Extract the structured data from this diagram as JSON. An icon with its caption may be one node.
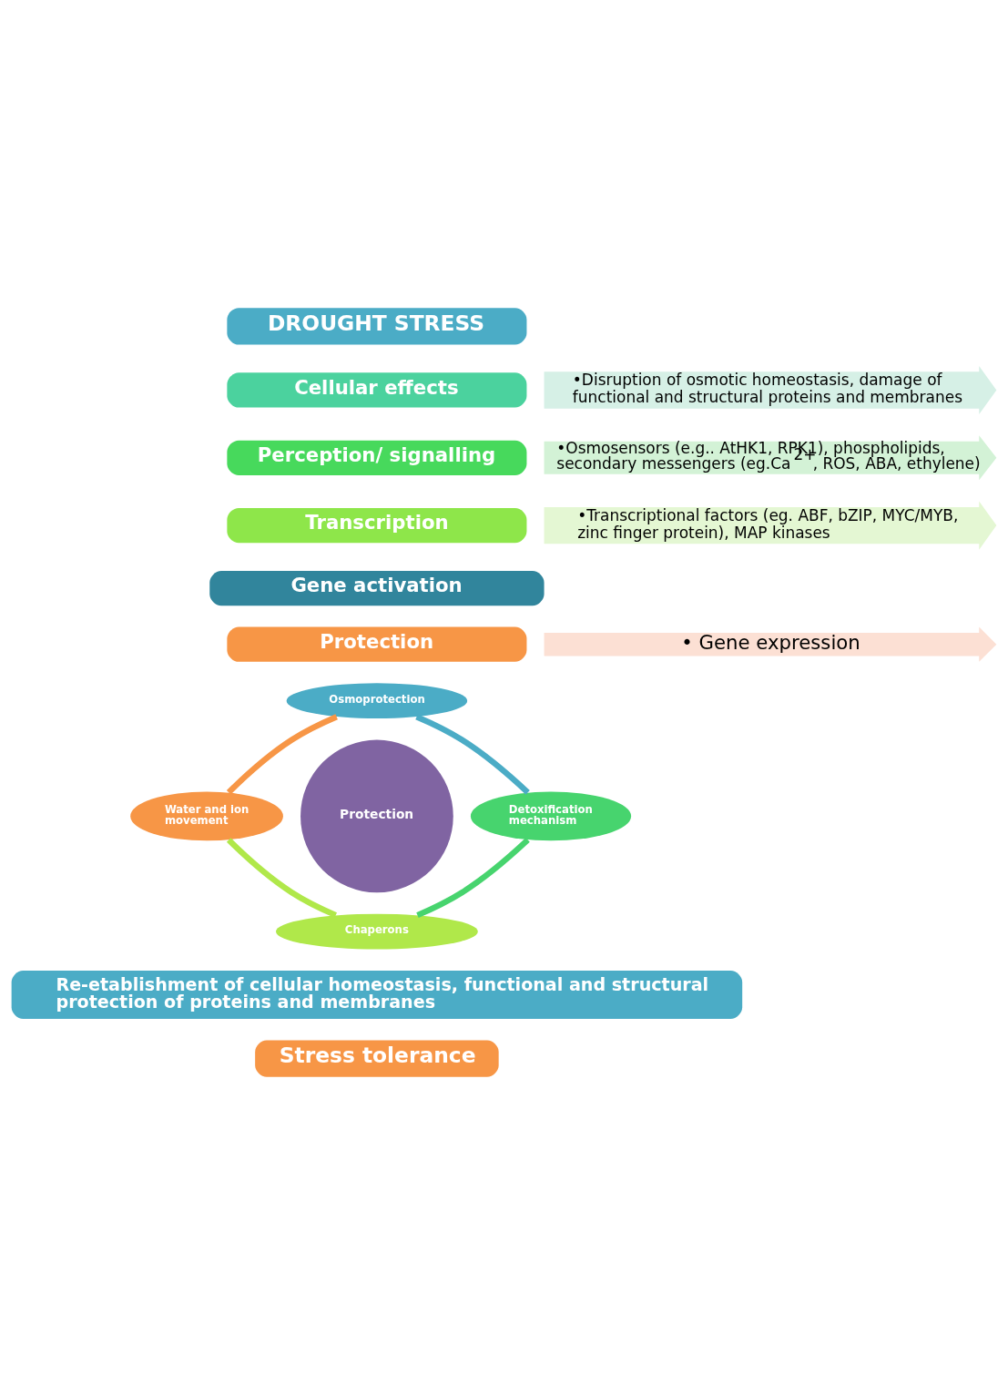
{
  "diagram": {
    "nodes": [
      {
        "text": [
          "DROUGHT STRESS"
        ]
      },
      {
        "text": [
          "Cellular effects"
        ]
      },
      {
        "text": [
          "•Disruption of osmotic homeostasis, damage of functional and structural proteins and membranes"
        ]
      },
      {
        "text": [
          "Perception/ signalling"
        ]
      },
      {
        "text": [
          "•Osmosensors (e.g.. AtHK1, RPK1), phospholipids, secondary messengers (eg.Ca$^{2+}$, ROS, ABA, ethylene)"
        ]
      },
      {
        "text": [
          "Transcription"
        ]
      },
      {
        "text": [
          "•Transcriptional factors (eg. ABF, bZIP, MYC/MYB, zinc finger protein), MAP kinases"
        ]
      },
      {
        "text": [
          "Gene activation"
        ]
      },
      {
        "text": [
          "Protection"
        ]
      },
      {
        "text": [
          "• Gene expression"
        ]
      },
      {
        "text": [
          "Osmoprotection"
        ]
      },
      {
        "text": [
          "Water and ion movement"
        ]
      },
      {
        "text": [
          "Protection"
        ]
      },
      {
        "text": [
          "Detoxification mechanism"
        ]
      },
      {
        "text": [
          "Chaperons"
        ]
      },
      {
        "text": [
          "Re-etablishment of cellular homeostasis, functional and structural protection of proteins and membranes"
        ]
      },
      {
        "text": [
          "Stress tolerance"
        ]
      }
    ],
    "edges": [
      {
        "from": 10,
        "to": 13,
        "arrow": "none",
        "color": "#4bacc6"
      },
      {
        "from": 13,
        "to": 14,
        "arrow": "none",
        "color": "#47d46e"
      },
      {
        "from": 14,
        "to": 11,
        "arrow": "none",
        "color": "#b0e84a"
      },
      {
        "from": 11,
        "to": 10,
        "arrow": "none",
        "color": "#f79646"
      }
    ]
  }
}
